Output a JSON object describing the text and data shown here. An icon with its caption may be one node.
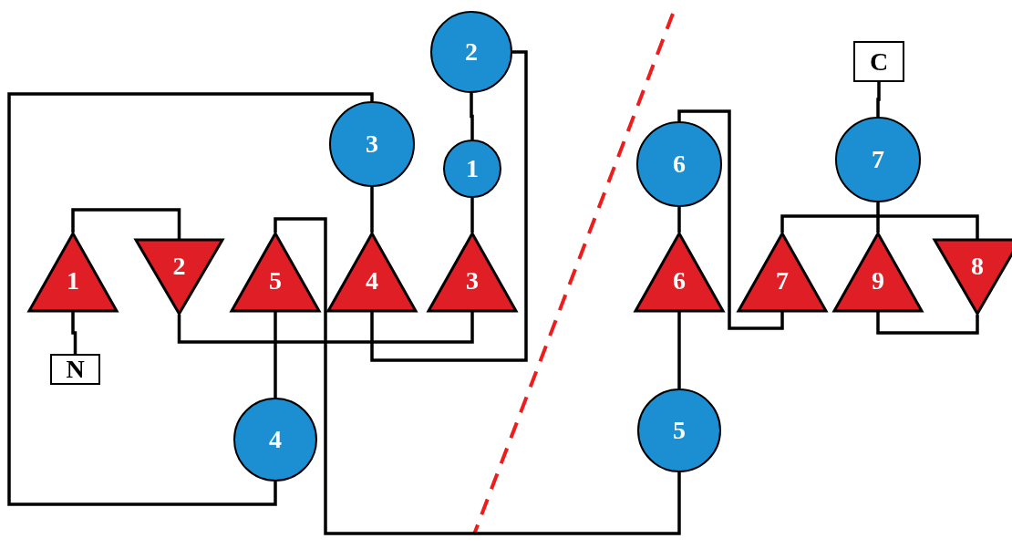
{
  "diagram": {
    "nodes": [
      {
        "text": [
          "N"
        ]
      },
      {
        "text": [
          "1"
        ]
      },
      {
        "text": [
          "2"
        ]
      },
      {
        "text": [
          "3"
        ]
      },
      {
        "text": [
          "1"
        ]
      },
      {
        "text": [
          "2"
        ]
      },
      {
        "text": [
          "4"
        ]
      },
      {
        "text": [
          "3"
        ]
      },
      {
        "text": [
          "4"
        ]
      },
      {
        "text": [
          "5"
        ]
      },
      {
        "text": [
          "5"
        ]
      },
      {
        "text": [
          "6"
        ]
      },
      {
        "text": [
          "6"
        ]
      },
      {
        "text": [
          "7"
        ]
      },
      {
        "text": [
          "8"
        ]
      },
      {
        "text": [
          "9"
        ]
      },
      {
        "text": [
          "7"
        ]
      },
      {
        "text": [
          "C"
        ]
      }
    ],
    "edges": [
      {
        "from": 0,
        "to": 1,
        "arrow": "none"
      },
      {
        "from": 1,
        "to": 2,
        "arrow": "none"
      },
      {
        "from": 2,
        "to": 3,
        "arrow": "none"
      },
      {
        "from": 3,
        "to": 4,
        "arrow": "none"
      },
      {
        "from": 4,
        "to": 5,
        "arrow": "none"
      },
      {
        "from": 5,
        "to": 6,
        "arrow": "none"
      },
      {
        "from": 6,
        "to": 7,
        "arrow": "none"
      },
      {
        "from": 7,
        "to": 8,
        "arrow": "none"
      },
      {
        "from": 8,
        "to": 9,
        "arrow": "none"
      },
      {
        "from": 9,
        "to": 10,
        "arrow": "none"
      },
      {
        "from": 10,
        "to": 11,
        "arrow": "none"
      },
      {
        "from": 11,
        "to": 12,
        "arrow": "none"
      },
      {
        "from": 12,
        "to": 13,
        "arrow": "none"
      },
      {
        "from": 13,
        "to": 14,
        "arrow": "none"
      },
      {
        "from": 14,
        "to": 15,
        "arrow": "none"
      },
      {
        "from": 15,
        "to": 16,
        "arrow": "none"
      },
      {
        "from": 16,
        "to": 17,
        "arrow": "none"
      }
    ]
  }
}
